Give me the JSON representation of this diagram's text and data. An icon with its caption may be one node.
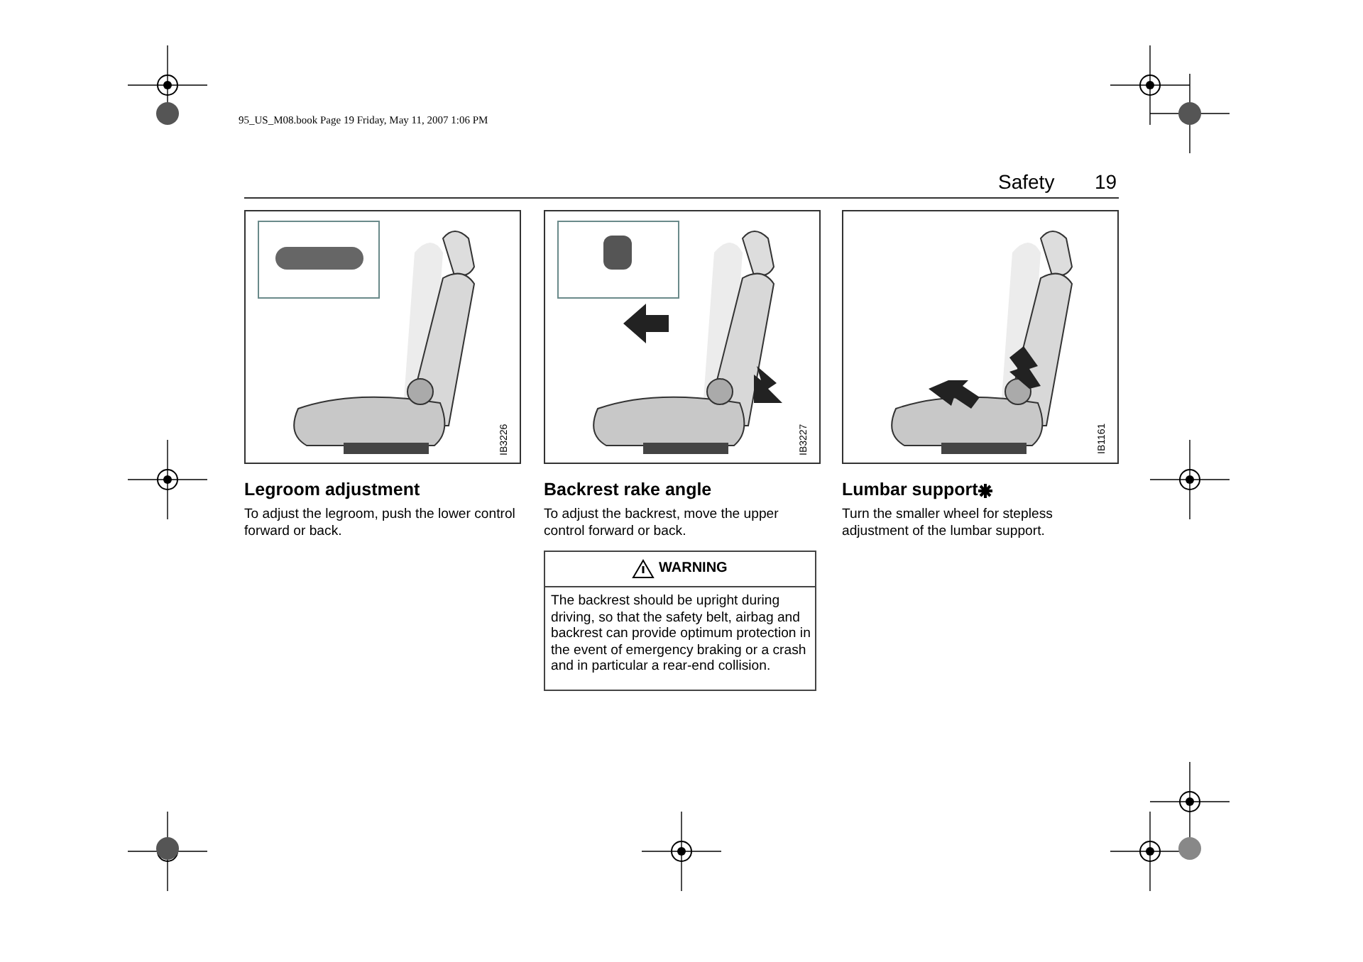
{
  "diagram": {
    "nodes": [
      {
        "text": [
          "WARNING",
          "The backrest should be upright during driving, so that the safety belt, airbag and backrest can provide optimum protection in the event of emergency braking or a crash and in particular a rear-end collision."
        ]
      }
    ],
    "edges": [],
    "labels": [
      "95_US_M08.book  Page 19  Friday, May 11, 2007  1:06 PM",
      "Safety",
      "19",
      "IB3226",
      "Legroom adjustment",
      "To adjust the legroom, push the lower control forward or back.",
      "IB3227",
      "Backrest rake angle",
      "To adjust the backrest, move the upper control forward or back.",
      "IB1161",
      "Lumbar support",
      "Turn the smaller wheel for stepless adjustment of the lumbar support."
    ]
  }
}
